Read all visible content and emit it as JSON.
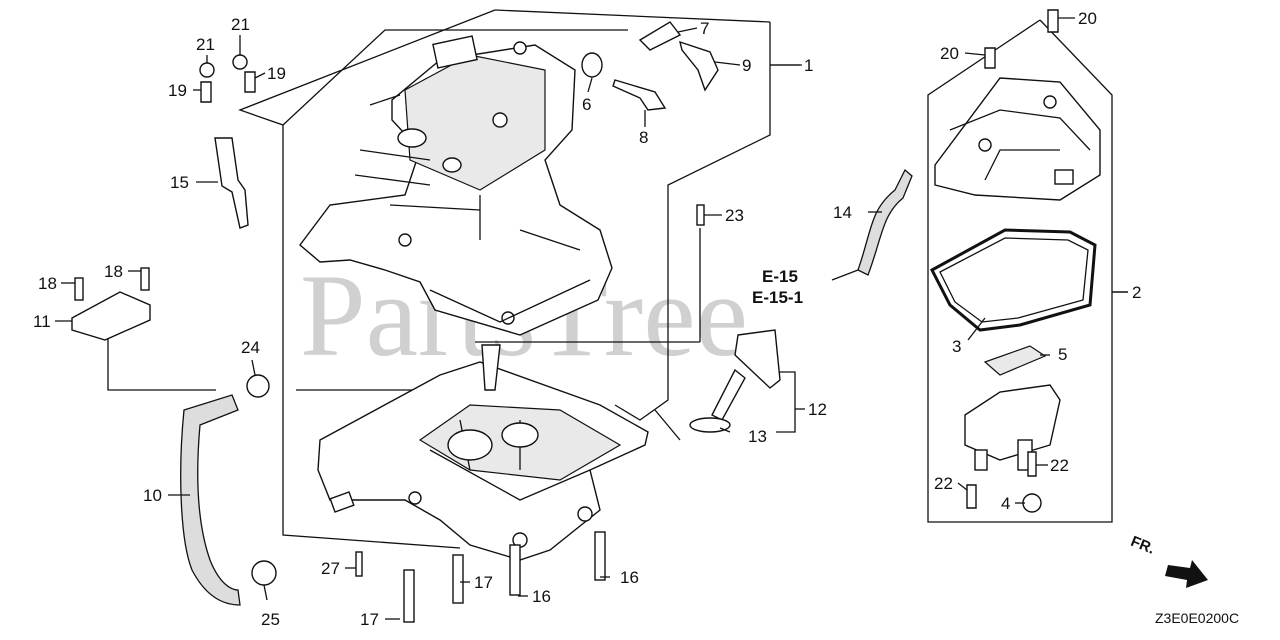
{
  "watermark": "PartsTree",
  "refs": {
    "e15": "E-15",
    "e151": "E-15-1"
  },
  "direction_label": "FR.",
  "drawing_code": "Z3E0E0200C",
  "callouts": [
    {
      "id": "c1",
      "text": "1"
    },
    {
      "id": "c2",
      "text": "2"
    },
    {
      "id": "c3",
      "text": "3"
    },
    {
      "id": "c4",
      "text": "4"
    },
    {
      "id": "c5",
      "text": "5"
    },
    {
      "id": "c6",
      "text": "6"
    },
    {
      "id": "c7",
      "text": "7"
    },
    {
      "id": "c8",
      "text": "8"
    },
    {
      "id": "c9",
      "text": "9"
    },
    {
      "id": "c10",
      "text": "10"
    },
    {
      "id": "c11",
      "text": "11"
    },
    {
      "id": "c12",
      "text": "12"
    },
    {
      "id": "c13",
      "text": "13"
    },
    {
      "id": "c14",
      "text": "14"
    },
    {
      "id": "c15",
      "text": "15"
    },
    {
      "id": "c16a",
      "text": "16"
    },
    {
      "id": "c16b",
      "text": "16"
    },
    {
      "id": "c17a",
      "text": "17"
    },
    {
      "id": "c17b",
      "text": "17"
    },
    {
      "id": "c18a",
      "text": "18"
    },
    {
      "id": "c18b",
      "text": "18"
    },
    {
      "id": "c19a",
      "text": "19"
    },
    {
      "id": "c19b",
      "text": "19"
    },
    {
      "id": "c20a",
      "text": "20"
    },
    {
      "id": "c20b",
      "text": "20"
    },
    {
      "id": "c21a",
      "text": "21"
    },
    {
      "id": "c21b",
      "text": "21"
    },
    {
      "id": "c22a",
      "text": "22"
    },
    {
      "id": "c22b",
      "text": "22"
    },
    {
      "id": "c23",
      "text": "23"
    },
    {
      "id": "c24",
      "text": "24"
    },
    {
      "id": "c25",
      "text": "25"
    },
    {
      "id": "c27",
      "text": "27"
    }
  ]
}
